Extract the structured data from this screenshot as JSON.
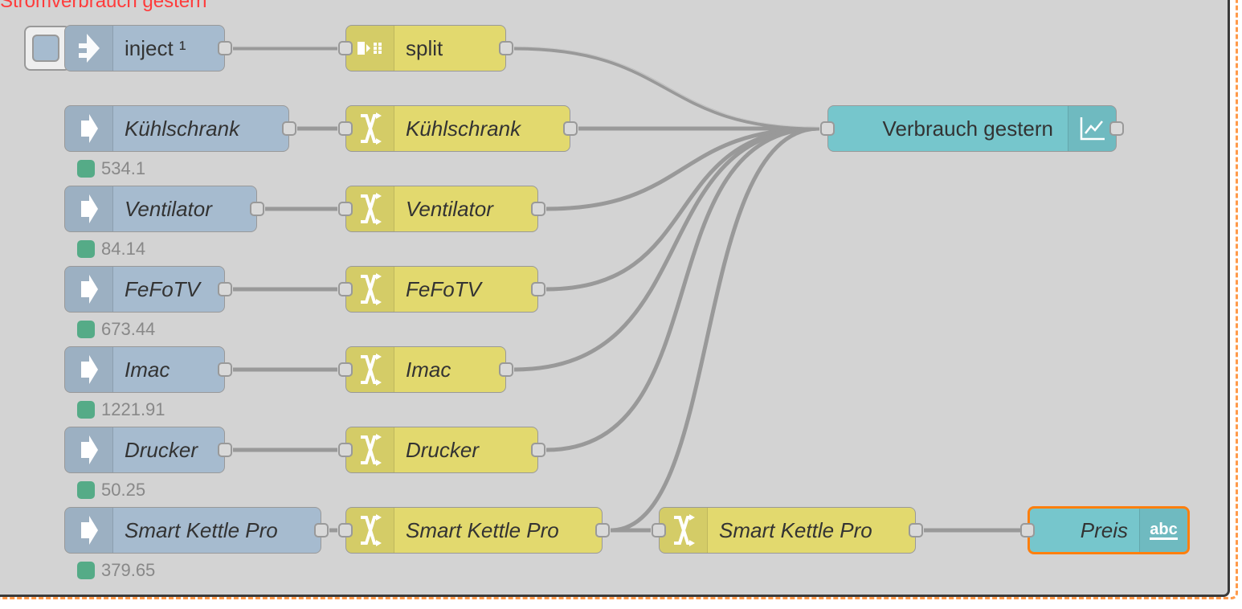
{
  "group": {
    "label": "Stromverbrauch gestern",
    "label_color": "#ff3b3b"
  },
  "colors": {
    "inject": "#a6bbcf",
    "change": "#e2d96e",
    "dashboard": "#76c6cc",
    "status_ok": "#55ab87",
    "selected": "#ff7f0e"
  },
  "inject_node": {
    "label": "inject ¹",
    "icon": "inject-arrow-icon"
  },
  "split_node": {
    "label": "split",
    "icon": "split-icon"
  },
  "chart_node": {
    "label": "Verbrauch gestern",
    "icon": "chart-line-icon"
  },
  "text_node": {
    "label": "Preis",
    "icon": "abc-text-icon",
    "selected": true
  },
  "extra_change": {
    "label": "Smart Kettle Pro",
    "icon": "shuffle-icon"
  },
  "devices": [
    {
      "name": "Kühlschrank",
      "status": "534.1",
      "change_label": "Kühlschrank"
    },
    {
      "name": "Ventilator",
      "status": "84.14",
      "change_label": "Ventilator"
    },
    {
      "name": "FeFoTV",
      "status": "673.44",
      "change_label": "FeFoTV"
    },
    {
      "name": "Imac",
      "status": "1221.91",
      "change_label": "Imac"
    },
    {
      "name": "Drucker",
      "status": "50.25",
      "change_label": "Drucker"
    },
    {
      "name": "Smart Kettle Pro",
      "status": "379.65",
      "change_label": "Smart Kettle Pro"
    }
  ]
}
